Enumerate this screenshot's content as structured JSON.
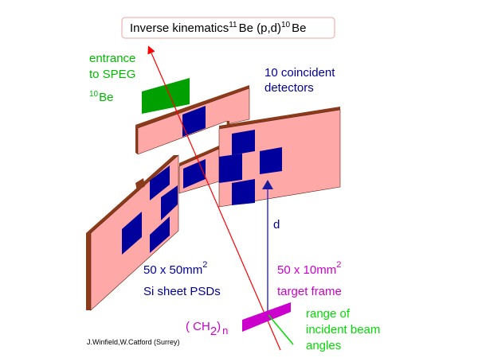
{
  "title": {
    "prefix": "Inverse  kinematics",
    "sup1": "11",
    "mid": "Be (p,d)",
    "sup2": "10",
    "suffix": "Be"
  },
  "labels": {
    "entrance_line1": "entrance",
    "entrance_line2": "to SPEG",
    "be10_sup": "10",
    "be10": "Be",
    "detectors_line1": "10 coincident",
    "detectors_line2": "detectors",
    "d": "d",
    "psd_size": "50 x 50mm",
    "psd_size_sup": "2",
    "psd_name": "Si sheet PSDs",
    "target_size": "50 x 10mm",
    "target_size_sup": "2",
    "target_name": "target frame",
    "ch2_open": "( CH",
    "ch2_sub": "2",
    "ch2_close": ")",
    "ch2_n": "n",
    "range_line1": "range of",
    "range_line2": "incident beam",
    "range_line3": "angles",
    "credit": "J.Winfield,W.Catford (Surrey)"
  },
  "colors": {
    "pink": "#ffa8a8",
    "brown": "#8b3a1a",
    "navy": "#00009c",
    "green": "#00a000",
    "lime": "#00cc00",
    "magenta": "#cc00cc",
    "red": "#ff0000",
    "arrow_blue": "#3333cc"
  }
}
